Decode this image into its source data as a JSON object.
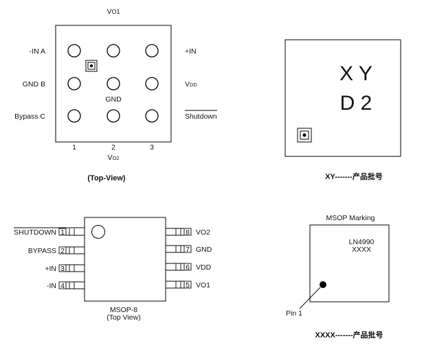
{
  "bga": {
    "top_label": "VO1",
    "bottom_label": "VO2",
    "row_labels_left": [
      "-IN A",
      "GND B",
      "Bypass C"
    ],
    "row_labels_right": [
      "+IN",
      "VDD",
      "Shutdown"
    ],
    "center_label": "GND",
    "column_numbers": [
      "1",
      "2",
      "3"
    ],
    "caption": "(Top-View)"
  },
  "marking": {
    "line1": "X Y",
    "line2": "D 2",
    "caption": "XY-------产品批号"
  },
  "msop": {
    "left_pins": [
      {
        "name": "SHUTDOWN",
        "num": "1"
      },
      {
        "name": "BYPASS",
        "num": "2"
      },
      {
        "name": "+IN",
        "num": "3"
      },
      {
        "name": "-IN",
        "num": "4"
      }
    ],
    "right_pins": [
      {
        "name": "VO2",
        "num": "8"
      },
      {
        "name": "GND",
        "num": "7"
      },
      {
        "name": "VDD",
        "num": "6"
      },
      {
        "name": "VO1",
        "num": "5"
      }
    ],
    "caption1": "MSOP-8",
    "caption2": "(Top View)"
  },
  "msop_marking": {
    "title": "MSOP Marking",
    "line1": "LN4990",
    "line2": "XXXX",
    "pin_label": "Pin 1",
    "caption": "XXXX-------产品批号"
  }
}
